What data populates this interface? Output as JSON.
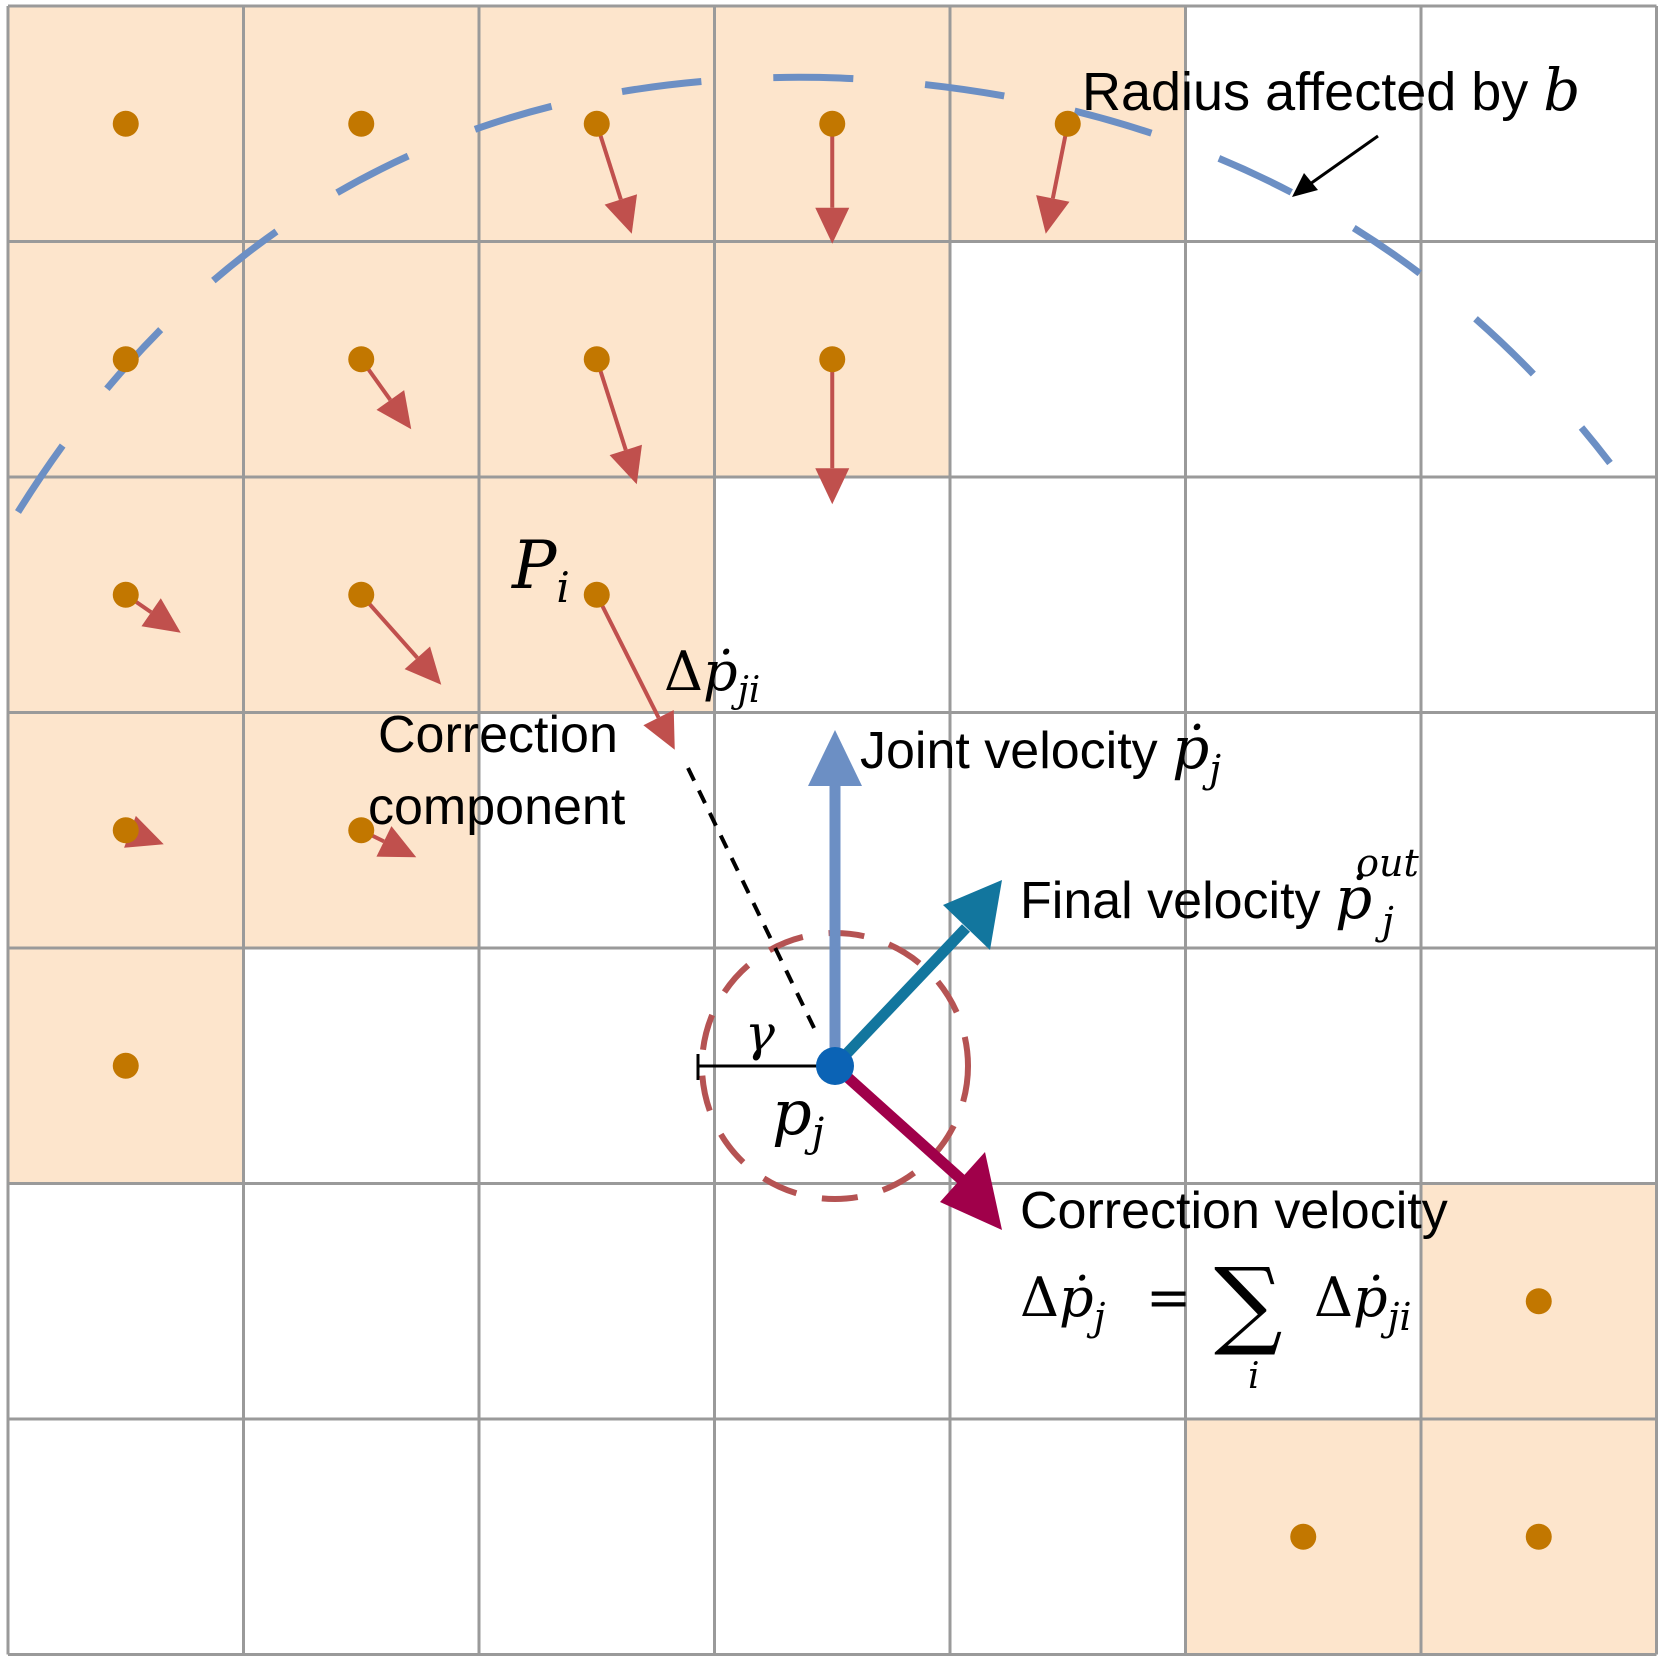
{
  "colors": {
    "cell_fill": "#FDE5CC",
    "grid_line": "#9A9A9A",
    "particle": "#C27700",
    "arrow_red": "#C0504D",
    "radius_dash": "#6C8FC4",
    "joint_velocity": "#6C8FC4",
    "final_velocity": "#12769E",
    "correction_velocity": "#A0004A",
    "joint_point": "#0B63B5",
    "gamma_circle": "#B55353"
  },
  "grid": {
    "rows": 7,
    "cols": 7
  },
  "filled_cells": [
    [
      0,
      0
    ],
    [
      0,
      1
    ],
    [
      0,
      2
    ],
    [
      0,
      3
    ],
    [
      0,
      4
    ],
    [
      1,
      0
    ],
    [
      1,
      1
    ],
    [
      1,
      2
    ],
    [
      1,
      3
    ],
    [
      2,
      0
    ],
    [
      2,
      1
    ],
    [
      2,
      2
    ],
    [
      3,
      0
    ],
    [
      3,
      1
    ],
    [
      4,
      0
    ],
    [
      5,
      6
    ],
    [
      6,
      5
    ],
    [
      6,
      6
    ]
  ],
  "labels": {
    "radius": "Radius affected by ",
    "radius_var": "b",
    "particle_var": "P",
    "particle_sub": "i",
    "delta": "Δ",
    "p_dot": "ṗ",
    "ji": "ji",
    "correction_component_l1": "Correction",
    "correction_component_l2": "component",
    "joint_velocity": "Joint velocity ",
    "j": "j",
    "final_velocity": "Final velocity ",
    "out": "out",
    "gamma": "γ",
    "joint_var": "p",
    "correction_velocity": "Correction velocity",
    "equals": "=",
    "sum": "∑",
    "sum_index": "i"
  }
}
